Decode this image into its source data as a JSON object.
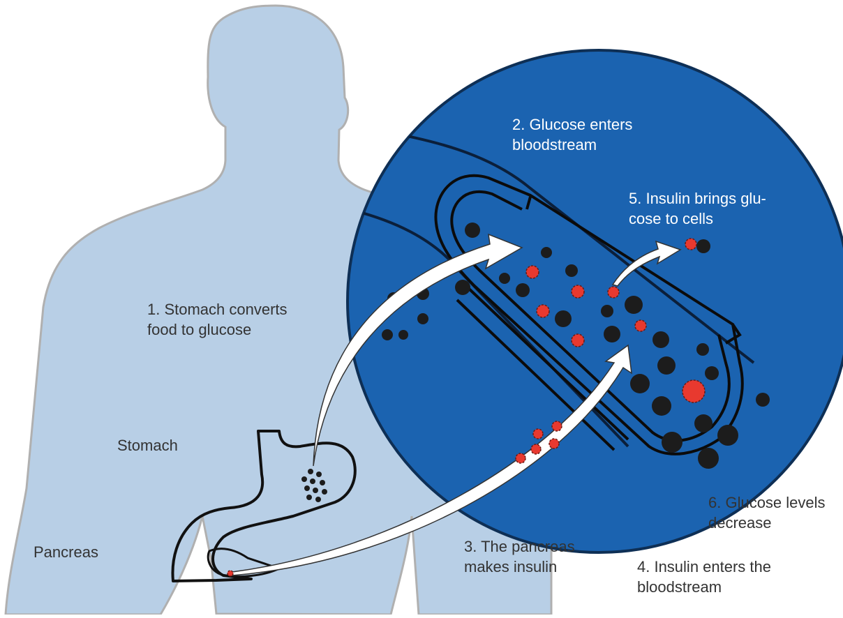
{
  "labels": {
    "step1_line1": "1. Stomach converts",
    "step1_line2": "food to glucose",
    "step2_line1": "2. Glucose enters",
    "step2_line2": "bloodstream",
    "step3_line1": "3. The pancreas",
    "step3_line2": "makes insulin",
    "step4_line1": "4. Insulin enters the",
    "step4_line2": "bloodstream",
    "step5_line1": "5. Insulin brings glu-",
    "step5_line2": "cose to cells",
    "step6_line1": "6. Glucose levels",
    "step6_line2": "decrease",
    "stomach": "Stomach",
    "pancreas": "Pancreas"
  },
  "colors": {
    "body": "#b8cfe6",
    "body_outline": "#b0b0b0",
    "circle": "#1b63b0",
    "glucose": "#1c1c1c",
    "insulin": "#e8392f",
    "arrow": "#ffffff",
    "vessel_outline": "#111111"
  }
}
